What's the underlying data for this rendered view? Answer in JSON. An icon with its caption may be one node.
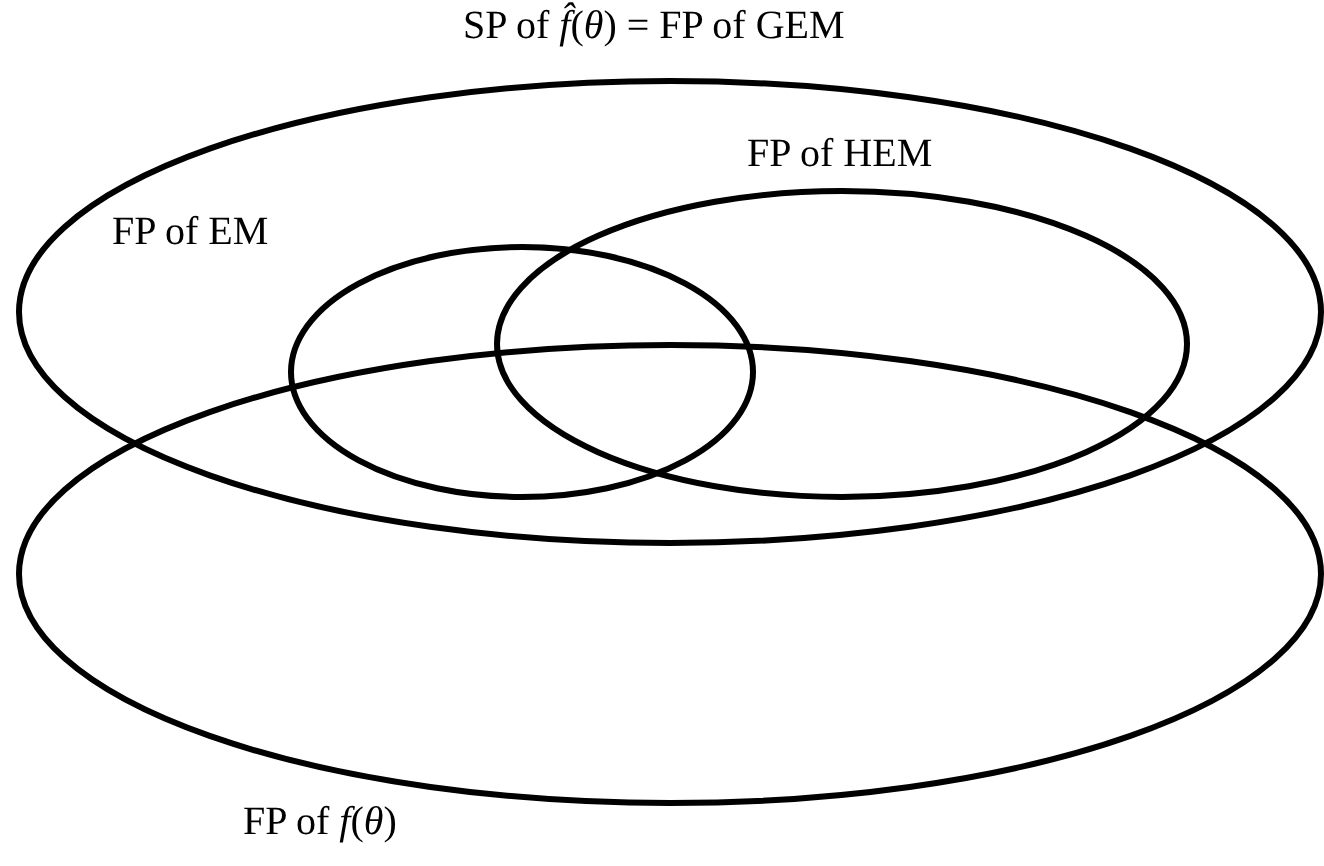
{
  "diagram": {
    "nodes": [
      {
        "text": [
          "SP of *f̂*(*θ*) = FP of GEM"
        ]
      },
      {
        "text": [
          "FP of HEM"
        ],
        "in": 0
      },
      {
        "text": [
          "FP of EM"
        ],
        "in": 0
      },
      {
        "text": [
          "FP of *f*(*θ*)"
        ]
      }
    ],
    "edges": []
  }
}
